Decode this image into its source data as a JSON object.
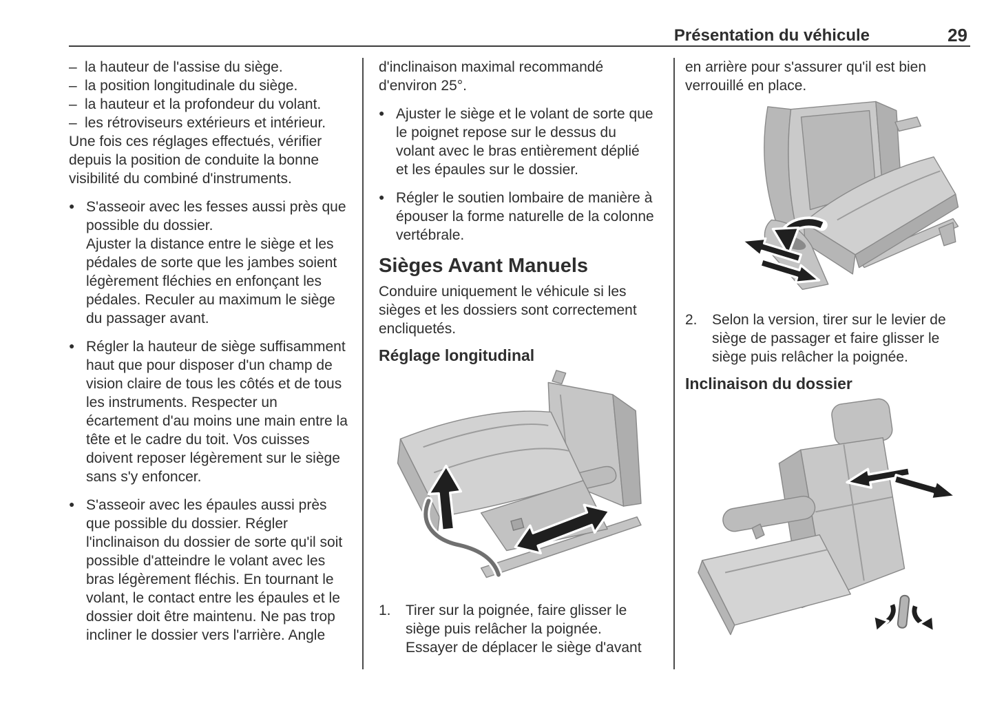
{
  "header": {
    "section_title": "Présentation du véhicule",
    "page_number": "29"
  },
  "glyphs": {
    "dash": "–",
    "bullet": "●"
  },
  "colors": {
    "text": "#2e2e2e",
    "rule": "#3c3c3c"
  },
  "column1": {
    "dash_items": [
      "la hauteur de l'assise du siège.",
      "la position longitudinale du siège.",
      "la hauteur et la profondeur du volant.",
      "les rétroviseurs extérieurs et intérieur."
    ],
    "paragraph": "Une fois ces réglages effectués, vérifier depuis la position de conduite la bonne visibilité du combiné d'instruments.",
    "bullet1_p1": "S'asseoir avec les fesses aussi près que possible du dossier.",
    "bullet1_p2": "Ajuster la distance entre le siège et les pédales de sorte que les jambes soient légèrement fléchies en enfonçant les pédales. Reculer au maximum le siège du passager avant.",
    "bullet2": "Régler la hauteur de siège suffisamment haut que pour disposer d'un champ de vision claire de tous les côtés et de tous les instruments. Respecter un écartement d'au moins une main entre la tête et le cadre du toit. Vos cuisses doivent reposer légèrement sur le siège sans s'y enfoncer.",
    "bullet3": "S'asseoir avec les épaules aussi près que possible du dossier. Régler l'inclinaison du dossier de sorte qu'il soit possible d'atteindre le volant avec les bras légèrement fléchis. En tournant le volant, le contact entre les épaules et le dossier doit être maintenu. Ne pas trop incliner le dossier vers l'arrière. Angle"
  },
  "column2": {
    "continuation": "d'inclinaison maximal recommandé d'environ 25°.",
    "bullet1": "Ajuster le siège et le volant de sorte que le poignet repose sur le dessus du volant avec le bras entièrement déplié et les épaules sur le dossier.",
    "bullet2": "Régler le soutien lombaire de manière à épouser la forme naturelle de la colonne vertébrale.",
    "section_heading": "Sièges Avant Manuels",
    "intro": "Conduire uniquement le véhicule si les sièges et les dossiers sont correctement encliquetés.",
    "subheading": "Réglage longitudinal",
    "step_number": "1.",
    "step_text": "Tirer sur la poignée, faire glisser le siège puis relâcher la poignée. Essayer de déplacer le siège d'avant"
  },
  "column3": {
    "continuation": "en arrière pour s'assurer qu'il est bien verrouillé en place.",
    "step_number": "2.",
    "step_text": "Selon la version, tirer sur le levier de siège de passager et faire glisser le siège puis relâcher la poignée.",
    "subheading": "Inclinaison du dossier"
  }
}
